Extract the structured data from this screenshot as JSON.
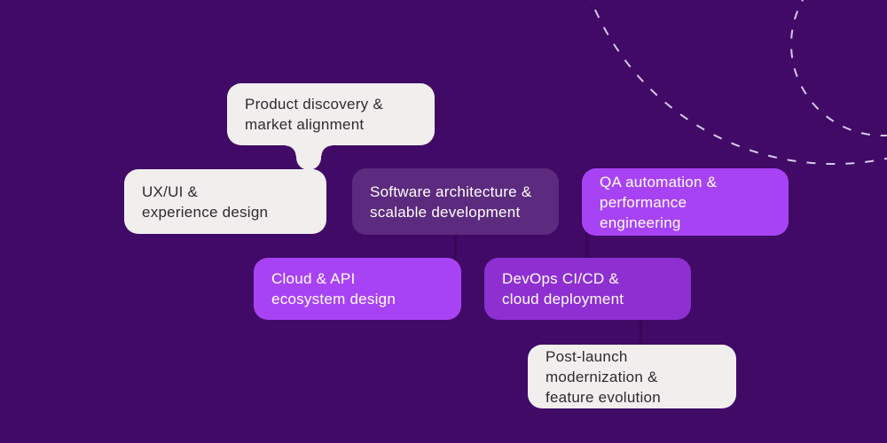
{
  "colors": {
    "background": "#400a66",
    "card_light": "#f1efee",
    "card_violet": "#a843f5",
    "card_violet_dark": "#8e2fd1",
    "card_purple_muted": "#5c2a7e",
    "text_dark": "#2e2a33",
    "text_light": "#ffffff",
    "dashed_circle": "#e8defa",
    "connector": "#2e0749"
  },
  "cards": [
    {
      "id": "product-discovery",
      "label": "Product discovery &\nmarket alignment",
      "variant": "light"
    },
    {
      "id": "ux-ui-design",
      "label": "UX/UI &\nexperience design",
      "variant": "light"
    },
    {
      "id": "software-architecture",
      "label": "Software architecture &\nscalable development",
      "variant": "muted"
    },
    {
      "id": "qa-automation",
      "label": "QA automation &\nperformance\nengineering",
      "variant": "violet"
    },
    {
      "id": "cloud-api",
      "label": "Cloud & API\necosystem design",
      "variant": "violet"
    },
    {
      "id": "devops-cicd",
      "label": "DevOps CI/CD &\ncloud deployment",
      "variant": "violet-dark"
    },
    {
      "id": "post-launch",
      "label": "Post-launch\nmodernization &\nfeature evolution",
      "variant": "light"
    }
  ]
}
